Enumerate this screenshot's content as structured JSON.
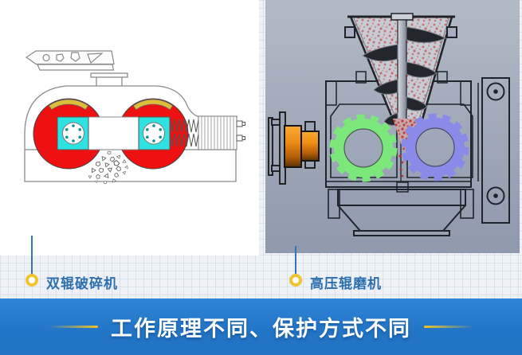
{
  "machines": {
    "left": {
      "label": "双辊破碎机"
    },
    "right": {
      "label": "高压辊磨机"
    }
  },
  "banner": {
    "text": "工作原理不同、保护方式不同"
  },
  "colors": {
    "banner_blue": "#2478c8",
    "label_blue": "#2e6fad",
    "accent_yellow": "#f0c330",
    "roller_red": "#ee1111",
    "bearing_cyan": "#2fe2e2",
    "gear_green": "#7ce87c",
    "gear_violet": "#8a8ae8",
    "drive_orange": "#ef8c13"
  }
}
